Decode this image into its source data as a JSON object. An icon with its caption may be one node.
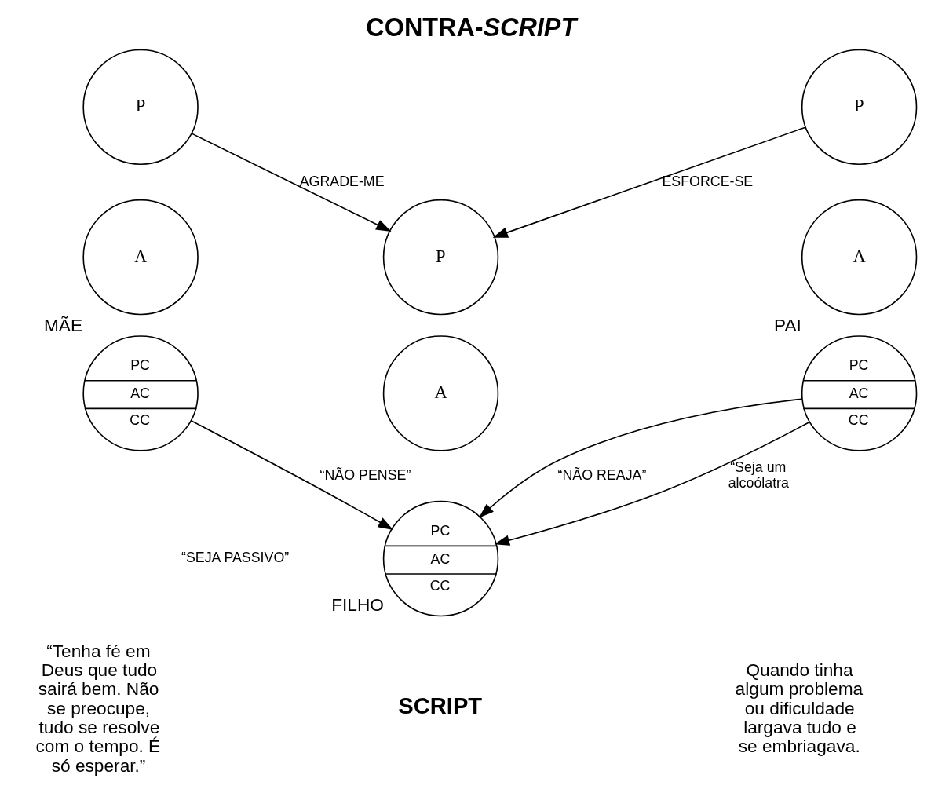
{
  "diagram": {
    "title": "CONTRA-*SCRIPT*",
    "nodes": [
      {
        "text": [
          "P"
        ]
      },
      {
        "text": [
          "A"
        ]
      },
      {
        "text": [
          "PC",
          "AC",
          "CC"
        ],
        "beside": [
          "MÃE"
        ]
      },
      {
        "text": [
          "P"
        ]
      },
      {
        "text": [
          "A"
        ]
      },
      {
        "text": [
          "PC",
          "AC",
          "CC"
        ],
        "beside": [
          "FILHO"
        ]
      },
      {
        "text": [
          "P"
        ]
      },
      {
        "text": [
          "A"
        ]
      },
      {
        "text": [
          "PC",
          "AC",
          "CC"
        ],
        "beside": [
          "PAI"
        ]
      }
    ],
    "edges": [
      {
        "from": 0,
        "to": 3,
        "arrow": "to",
        "label": "AGRADE-ME"
      },
      {
        "from": 6,
        "to": 3,
        "arrow": "to",
        "label": "ESFORCE-SE"
      },
      {
        "from": 2,
        "to": 5,
        "arrow": "to",
        "label": "“NÃO PENSE”"
      },
      {
        "from": 8,
        "to": 5,
        "arrow": "to",
        "label": "“NÃO REAJA”"
      },
      {
        "from": 8,
        "to": 5,
        "arrow": "to",
        "label": "“Seja um alcoólatra"
      }
    ],
    "labels": [
      "“SEJA PASSIVO”",
      "SCRIPT",
      "“Tenha fé em Deus que tudo sairá bem. Não se preocupe, tudo se resolve com o tempo. É só esperar.”",
      "Quando tinha algum problema ou dificuldade largava tudo e se embriagava."
    ]
  }
}
